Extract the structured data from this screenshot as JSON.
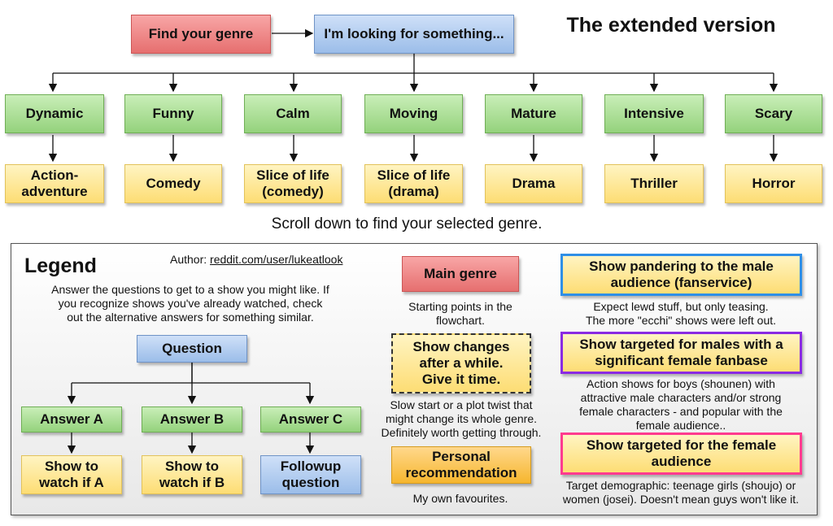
{
  "flow": {
    "start": "Find your genre",
    "looking": "I'm looking for something...",
    "extended_title": "The extended version",
    "moods": [
      "Dynamic",
      "Funny",
      "Calm",
      "Moving",
      "Mature",
      "Intensive",
      "Scary"
    ],
    "genres": [
      [
        "Action-",
        "adventure"
      ],
      [
        "Comedy"
      ],
      [
        "Slice of life",
        "(comedy)"
      ],
      [
        "Slice of life",
        "(drama)"
      ],
      [
        "Drama"
      ],
      [
        "Thriller"
      ],
      [
        "Horror"
      ]
    ],
    "scroll_note": "Scroll down to find your selected genre."
  },
  "legend": {
    "title": "Legend",
    "author_prefix": "Author: ",
    "author_link": "reddit.com/user/lukeatlook",
    "intro": [
      "Answer the questions to get to a show you might like. If",
      "you recognize shows you've already watched, check",
      "out the alternative answers for something similar."
    ],
    "question": "Question",
    "answers": [
      "Answer A",
      "Answer B",
      "Answer C"
    ],
    "outcomes": [
      [
        "Show to",
        "watch if A"
      ],
      [
        "Show to",
        "watch if B"
      ],
      [
        "Followup",
        "question"
      ]
    ],
    "main_genre": "Main genre",
    "main_genre_desc": [
      "Starting points in the",
      "flowchart."
    ],
    "changes": [
      "Show changes",
      "after a while.",
      "Give it time."
    ],
    "changes_desc": [
      "Slow start or a plot twist that",
      "might change its whole genre.",
      "Definitely worth getting through."
    ],
    "personal": [
      "Personal",
      "recommendation"
    ],
    "personal_desc": "My own favourites.",
    "fanservice": [
      "Show pandering to the male",
      "audience (fanservice)"
    ],
    "fanservice_desc": [
      "Expect lewd stuff, but only teasing.",
      "The more \"ecchi\" shows were left out."
    ],
    "female_fanbase": [
      "Show targeted for males with a",
      "significant female fanbase"
    ],
    "female_fanbase_desc": [
      "Action shows for boys (shounen) with",
      "attractive male characters and/or strong",
      "female characters - and popular with the",
      "female audience.."
    ],
    "female": [
      "Show targeted for the female",
      "audience"
    ],
    "female_desc": [
      "Target demographic: teenage girls (shoujo) or",
      "women (josei). Doesn't mean guys won't like it."
    ]
  },
  "colors": {
    "fanservice_border": "#2f8fe6",
    "female_fanbase_border": "#8a2be2",
    "female_border": "#ff3b8f"
  }
}
